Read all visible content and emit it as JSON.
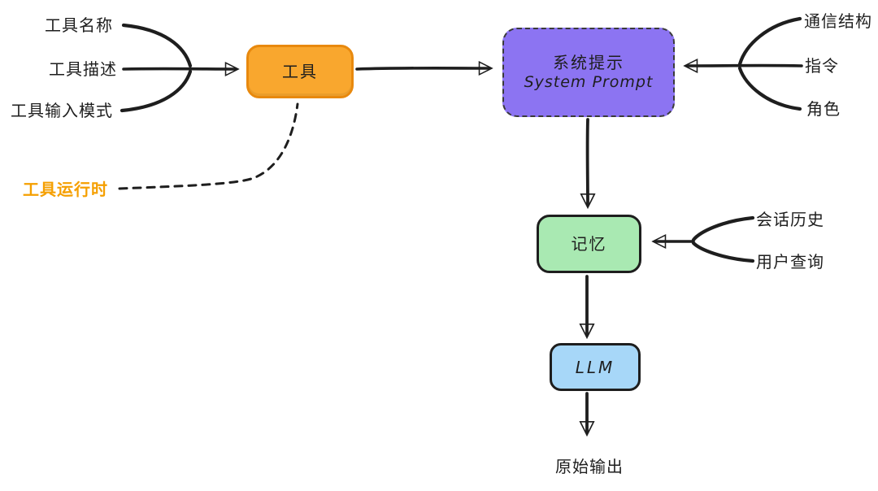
{
  "diagram": {
    "type": "flowchart",
    "style": "hand-drawn",
    "nodes": {
      "tool": {
        "label": "工具",
        "fill": "#f9a72e",
        "border_color": "#e8890e",
        "border_style": "solid"
      },
      "system_prompt": {
        "label_zh": "系统提示",
        "label_en": "System Prompt",
        "fill": "#8c74f2",
        "border_color": "#3a3a3a",
        "border_style": "dashed"
      },
      "memory": {
        "label": "记忆",
        "fill": "#a9e9b2",
        "border_color": "#1e1e1e",
        "border_style": "solid"
      },
      "llm": {
        "label": "LLM",
        "fill": "#a7d7f8",
        "border_color": "#1e1e1e",
        "border_style": "solid"
      }
    },
    "labels": {
      "tool_inputs": [
        "工具名称",
        "工具描述",
        "工具输入模式"
      ],
      "tool_runtime": "工具运行时",
      "prompt_inputs": [
        "通信结构",
        "指令",
        "角色"
      ],
      "memory_inputs": [
        "会话历史",
        "用户查询"
      ],
      "raw_output": "原始输出"
    },
    "edges": [
      "tool_inputs -> tool",
      "tool -> system_prompt",
      "prompt_inputs -> system_prompt",
      "system_prompt -> memory",
      "memory_inputs -> memory",
      "memory -> llm",
      "llm -> raw_output",
      "tool_runtime -- tool (dashed)"
    ],
    "colors": {
      "stroke": "#1e1e1e",
      "runtime_label": "#f59f00",
      "background": "#ffffff"
    }
  }
}
